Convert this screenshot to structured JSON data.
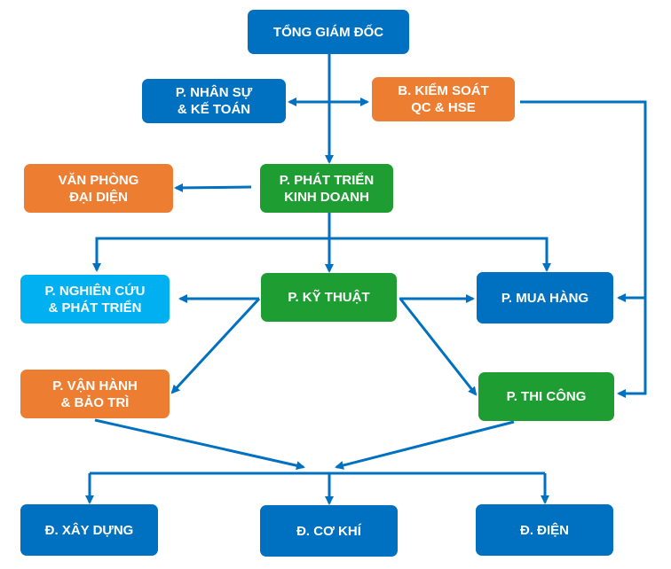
{
  "diagram": {
    "type": "org-chart",
    "language": "vi",
    "colors": {
      "connector": "#0070C0",
      "blue": "#0070C0",
      "orange": "#ED7D31",
      "green": "#1E9E32",
      "light_blue": "#00B0F0",
      "text": "#FFFFFF"
    },
    "nodes": {
      "ceo": {
        "lines": [
          "TỔNG GIÁM ĐỐC"
        ],
        "color": "blue"
      },
      "hr": {
        "lines": [
          "P. NHÂN SỰ",
          "& KẾ TOÁN"
        ],
        "color": "blue"
      },
      "qc": {
        "lines": [
          "B. KIỂM SOÁT",
          "QC & HSE"
        ],
        "color": "orange"
      },
      "rep": {
        "lines": [
          "VĂN PHÒNG",
          "ĐẠI DIỆN"
        ],
        "color": "orange"
      },
      "bd": {
        "lines": [
          "P. PHÁT TRIỂN",
          "KINH DOANH"
        ],
        "color": "green"
      },
      "rd": {
        "lines": [
          "P. NGHIÊN CỨU",
          "& PHÁT TRIỂN"
        ],
        "color": "light_blue"
      },
      "tech": {
        "lines": [
          "P. KỸ THUẬT"
        ],
        "color": "green"
      },
      "buy": {
        "lines": [
          "P. MUA HÀNG"
        ],
        "color": "blue"
      },
      "ops": {
        "lines": [
          "P. VẬN HÀNH",
          "& BẢO TRÌ"
        ],
        "color": "orange"
      },
      "build": {
        "lines": [
          "P. THI CÔNG"
        ],
        "color": "green"
      },
      "civil": {
        "lines": [
          "Đ. XÂY DỰNG"
        ],
        "color": "blue"
      },
      "mech": {
        "lines": [
          "Đ. CƠ KHÍ"
        ],
        "color": "blue"
      },
      "elec": {
        "lines": [
          "Đ. ĐIỆN"
        ],
        "color": "blue"
      }
    },
    "edges": [
      {
        "from": "ceo",
        "to": "bd"
      },
      {
        "from": "ceo",
        "to": "hr",
        "bidirectional_with": "qc"
      },
      {
        "from": "hr",
        "to": "qc",
        "direction": "both"
      },
      {
        "from": "bd",
        "to": "rep"
      },
      {
        "from": "bd",
        "to": "rd"
      },
      {
        "from": "bd",
        "to": "tech"
      },
      {
        "from": "bd",
        "to": "buy"
      },
      {
        "from": "qc",
        "to": "buy"
      },
      {
        "from": "qc",
        "to": "build"
      },
      {
        "from": "tech",
        "to": "rd"
      },
      {
        "from": "tech",
        "to": "buy"
      },
      {
        "from": "tech",
        "to": "ops"
      },
      {
        "from": "tech",
        "to": "build"
      },
      {
        "from": "ops",
        "to": "divisions"
      },
      {
        "from": "build",
        "to": "divisions"
      },
      {
        "from": "divisions",
        "to": "civil"
      },
      {
        "from": "divisions",
        "to": "mech"
      },
      {
        "from": "divisions",
        "to": "elec"
      }
    ]
  }
}
